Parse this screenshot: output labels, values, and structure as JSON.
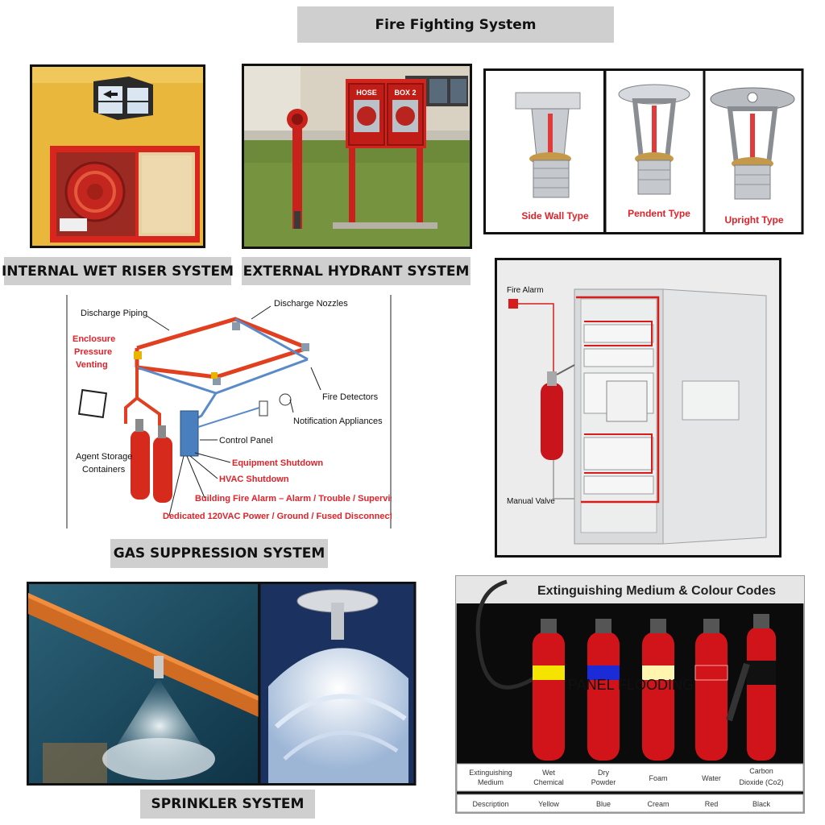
{
  "page": {
    "title": "Fire Fighting System"
  },
  "captions": {
    "wet_riser": "INTERNAL WET RISER SYSTEM",
    "hydrant": "EXTERNAL HYDRANT SYSTEM",
    "gas": "GAS SUPPRESSION SYSTEM",
    "sprinkler": "SPRINKLER SYSTEM"
  },
  "hydrant_box": {
    "left_door": "HOSE",
    "right_door": "BOX 2"
  },
  "sprinkler_types": [
    "Side Wall Type",
    "Pendent Type",
    "Upright Type"
  ],
  "gas_diagram": {
    "labels": {
      "discharge_piping": "Discharge Piping",
      "discharge_nozzles": "Discharge Nozzles",
      "enclosure_1": "Enclosure",
      "enclosure_2": "Pressure",
      "enclosure_3": "Venting",
      "fire_detectors": "Fire Detectors",
      "notification": "Notification Appliances",
      "control_panel": "Control Panel",
      "agent_1": "Agent Storage",
      "agent_2": "Containers",
      "equipment_shutdown": "Equipment Shutdown",
      "hvac_shutdown": "HVAC Shutdown",
      "building_alarm": "Building Fire Alarm – Alarm / Trouble / Supervisory",
      "power": "Dedicated 120VAC Power / Ground / Fused Disconnect"
    }
  },
  "panel_flooding": {
    "fire_alarm": "Fire Alarm",
    "manual_valve": "Manual Valve",
    "overlay_text": "PANEL FLOODING"
  },
  "colour_codes": {
    "title": "Extinguishing Medium & Colour Codes",
    "row1_header": [
      "Extinguishing",
      "Medium"
    ],
    "row2_header": "Description",
    "items": [
      {
        "medium": [
          "Wet",
          "Chemical"
        ],
        "description": "Yellow",
        "band_color": "#f5e400"
      },
      {
        "medium": [
          "Dry",
          "Powder"
        ],
        "description": "Blue",
        "band_color": "#1c2bd8"
      },
      {
        "medium": [
          "Foam"
        ],
        "description": "Cream",
        "band_color": "#fff4b0"
      },
      {
        "medium": [
          "Water"
        ],
        "description": "Red",
        "band_color": "#d0141a"
      },
      {
        "medium": [
          "Carbon",
          "Dioxide (Co2)"
        ],
        "description": "Black",
        "band_color": "#111111"
      }
    ]
  },
  "colors": {
    "caption_bg": "#cfcfcf",
    "extinguisher_red": "#d0141a",
    "pipe_red": "#e0401f",
    "pipe_blue": "#5a8ac8"
  }
}
